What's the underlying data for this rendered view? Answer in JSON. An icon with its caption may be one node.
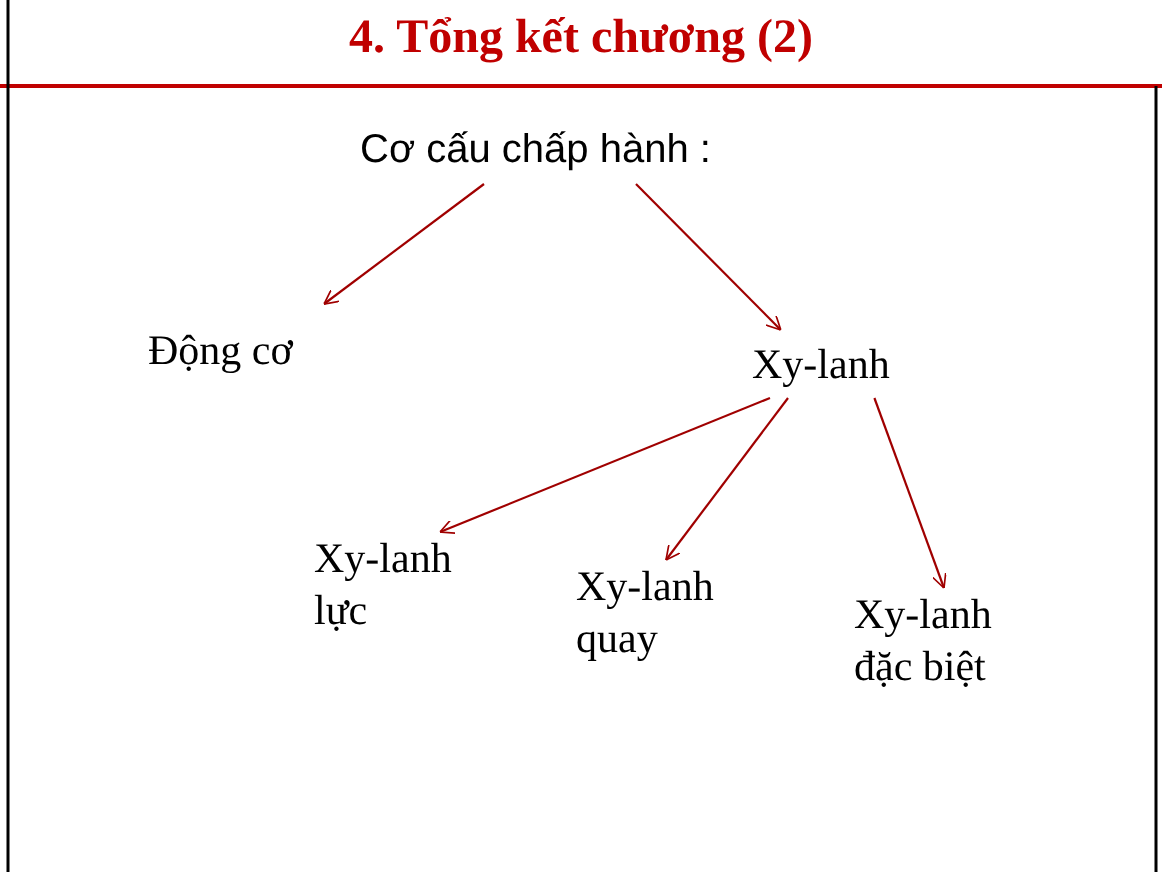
{
  "diagram": {
    "title": "4. Tổng kết chương (2)",
    "nodes": [
      {
        "text": [
          "Cơ cấu chấp hành :"
        ]
      },
      {
        "text": [
          "Động cơ"
        ]
      },
      {
        "text": [
          "Xy-lanh"
        ]
      },
      {
        "text": [
          "Xy-lanh lực"
        ]
      },
      {
        "text": [
          "Xy-lanh quay"
        ]
      },
      {
        "text": [
          "Xy-lanh đặc biệt"
        ]
      }
    ],
    "edges": [
      {
        "from": 0,
        "to": 1,
        "arrow": "to"
      },
      {
        "from": 0,
        "to": 2,
        "arrow": "to"
      },
      {
        "from": 2,
        "to": 3,
        "arrow": "to"
      },
      {
        "from": 2,
        "to": 4,
        "arrow": "to"
      },
      {
        "from": 2,
        "to": 5,
        "arrow": "to"
      }
    ]
  }
}
